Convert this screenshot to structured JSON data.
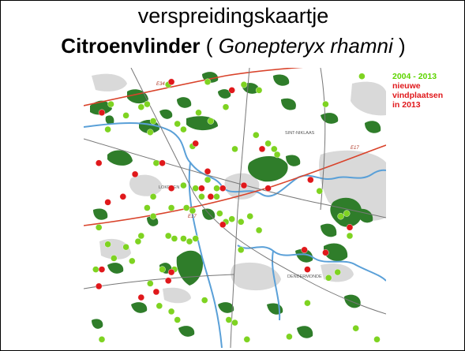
{
  "slide": {
    "title_line1": "verspreidingskaartje",
    "species_common": "Citroenvlinder",
    "open_paren": "(",
    "species_latin": "Gonepteryx rhamni",
    "close_paren": ")"
  },
  "legend": {
    "green_label": "2004 - 2013",
    "red_label_lines": [
      "nieuwe",
      "vindplaatsen",
      "in 2013"
    ],
    "green_color": "#7ed321",
    "red_color": "#e0181b"
  },
  "map": {
    "place_labels": {
      "sint_niklaas": "SINT-NIKLAAS",
      "lokeren": "LOKEREN",
      "dendermonde": "DENDERMONDE",
      "e34": "E34",
      "e17_east": "E17",
      "e17_west": "E17"
    },
    "colors": {
      "forest": "#2f7d2a",
      "urban": "#d9d9d9",
      "water": "#5aa0d8",
      "highway": "#d9432b",
      "road": "#777777"
    }
  },
  "records": {
    "green": [
      [
        0.09,
        0.13
      ],
      [
        0.08,
        0.22
      ],
      [
        0.14,
        0.17
      ],
      [
        0.19,
        0.14
      ],
      [
        0.21,
        0.13
      ],
      [
        0.23,
        0.19
      ],
      [
        0.22,
        0.23
      ],
      [
        0.28,
        0.06
      ],
      [
        0.41,
        0.05
      ],
      [
        0.53,
        0.06
      ],
      [
        0.58,
        0.08
      ],
      [
        0.47,
        0.14
      ],
      [
        0.33,
        0.22
      ],
      [
        0.31,
        0.2
      ],
      [
        0.38,
        0.16
      ],
      [
        0.42,
        0.19
      ],
      [
        0.36,
        0.28
      ],
      [
        0.5,
        0.29
      ],
      [
        0.57,
        0.24
      ],
      [
        0.61,
        0.27
      ],
      [
        0.63,
        0.29
      ],
      [
        0.64,
        0.31
      ],
      [
        0.8,
        0.13
      ],
      [
        0.92,
        0.03
      ],
      [
        0.24,
        0.34
      ],
      [
        0.26,
        0.34
      ],
      [
        0.23,
        0.46
      ],
      [
        0.21,
        0.5
      ],
      [
        0.23,
        0.53
      ],
      [
        0.29,
        0.5
      ],
      [
        0.34,
        0.5
      ],
      [
        0.36,
        0.51
      ],
      [
        0.33,
        0.42
      ],
      [
        0.37,
        0.43
      ],
      [
        0.28,
        0.6
      ],
      [
        0.3,
        0.61
      ],
      [
        0.18,
        0.62
      ],
      [
        0.19,
        0.6
      ],
      [
        0.08,
        0.63
      ],
      [
        0.05,
        0.57
      ],
      [
        0.1,
        0.68
      ],
      [
        0.04,
        0.72
      ],
      [
        0.16,
        0.69
      ],
      [
        0.14,
        0.64
      ],
      [
        0.33,
        0.61
      ],
      [
        0.35,
        0.62
      ],
      [
        0.37,
        0.61
      ],
      [
        0.41,
        0.4
      ],
      [
        0.44,
        0.43
      ],
      [
        0.39,
        0.46
      ],
      [
        0.44,
        0.46
      ],
      [
        0.45,
        0.52
      ],
      [
        0.47,
        0.55
      ],
      [
        0.49,
        0.54
      ],
      [
        0.52,
        0.55
      ],
      [
        0.55,
        0.53
      ],
      [
        0.58,
        0.58
      ],
      [
        0.52,
        0.65
      ],
      [
        0.26,
        0.72
      ],
      [
        0.3,
        0.72
      ],
      [
        0.22,
        0.77
      ],
      [
        0.25,
        0.85
      ],
      [
        0.29,
        0.87
      ],
      [
        0.31,
        0.9
      ],
      [
        0.4,
        0.83
      ],
      [
        0.48,
        0.9
      ],
      [
        0.5,
        0.91
      ],
      [
        0.54,
        0.97
      ],
      [
        0.68,
        0.96
      ],
      [
        0.74,
        0.84
      ],
      [
        0.81,
        0.75
      ],
      [
        0.84,
        0.73
      ],
      [
        0.85,
        0.53
      ],
      [
        0.87,
        0.52
      ],
      [
        0.78,
        0.44
      ],
      [
        0.88,
        0.6
      ],
      [
        0.9,
        0.93
      ],
      [
        0.97,
        0.97
      ],
      [
        0.06,
        0.97
      ]
    ],
    "red": [
      [
        0.06,
        0.16
      ],
      [
        0.29,
        0.05
      ],
      [
        0.49,
        0.08
      ],
      [
        0.05,
        0.34
      ],
      [
        0.08,
        0.48
      ],
      [
        0.17,
        0.38
      ],
      [
        0.29,
        0.43
      ],
      [
        0.39,
        0.43
      ],
      [
        0.26,
        0.34
      ],
      [
        0.59,
        0.29
      ],
      [
        0.75,
        0.4
      ],
      [
        0.88,
        0.57
      ],
      [
        0.37,
        0.27
      ],
      [
        0.41,
        0.37
      ],
      [
        0.13,
        0.46
      ],
      [
        0.46,
        0.43
      ],
      [
        0.42,
        0.46
      ],
      [
        0.46,
        0.56
      ],
      [
        0.53,
        0.42
      ],
      [
        0.61,
        0.43
      ],
      [
        0.06,
        0.72
      ],
      [
        0.29,
        0.73
      ],
      [
        0.28,
        0.76
      ],
      [
        0.24,
        0.8
      ],
      [
        0.19,
        0.82
      ],
      [
        0.05,
        0.78
      ],
      [
        0.73,
        0.65
      ],
      [
        0.74,
        0.72
      ],
      [
        0.8,
        0.66
      ]
    ]
  }
}
